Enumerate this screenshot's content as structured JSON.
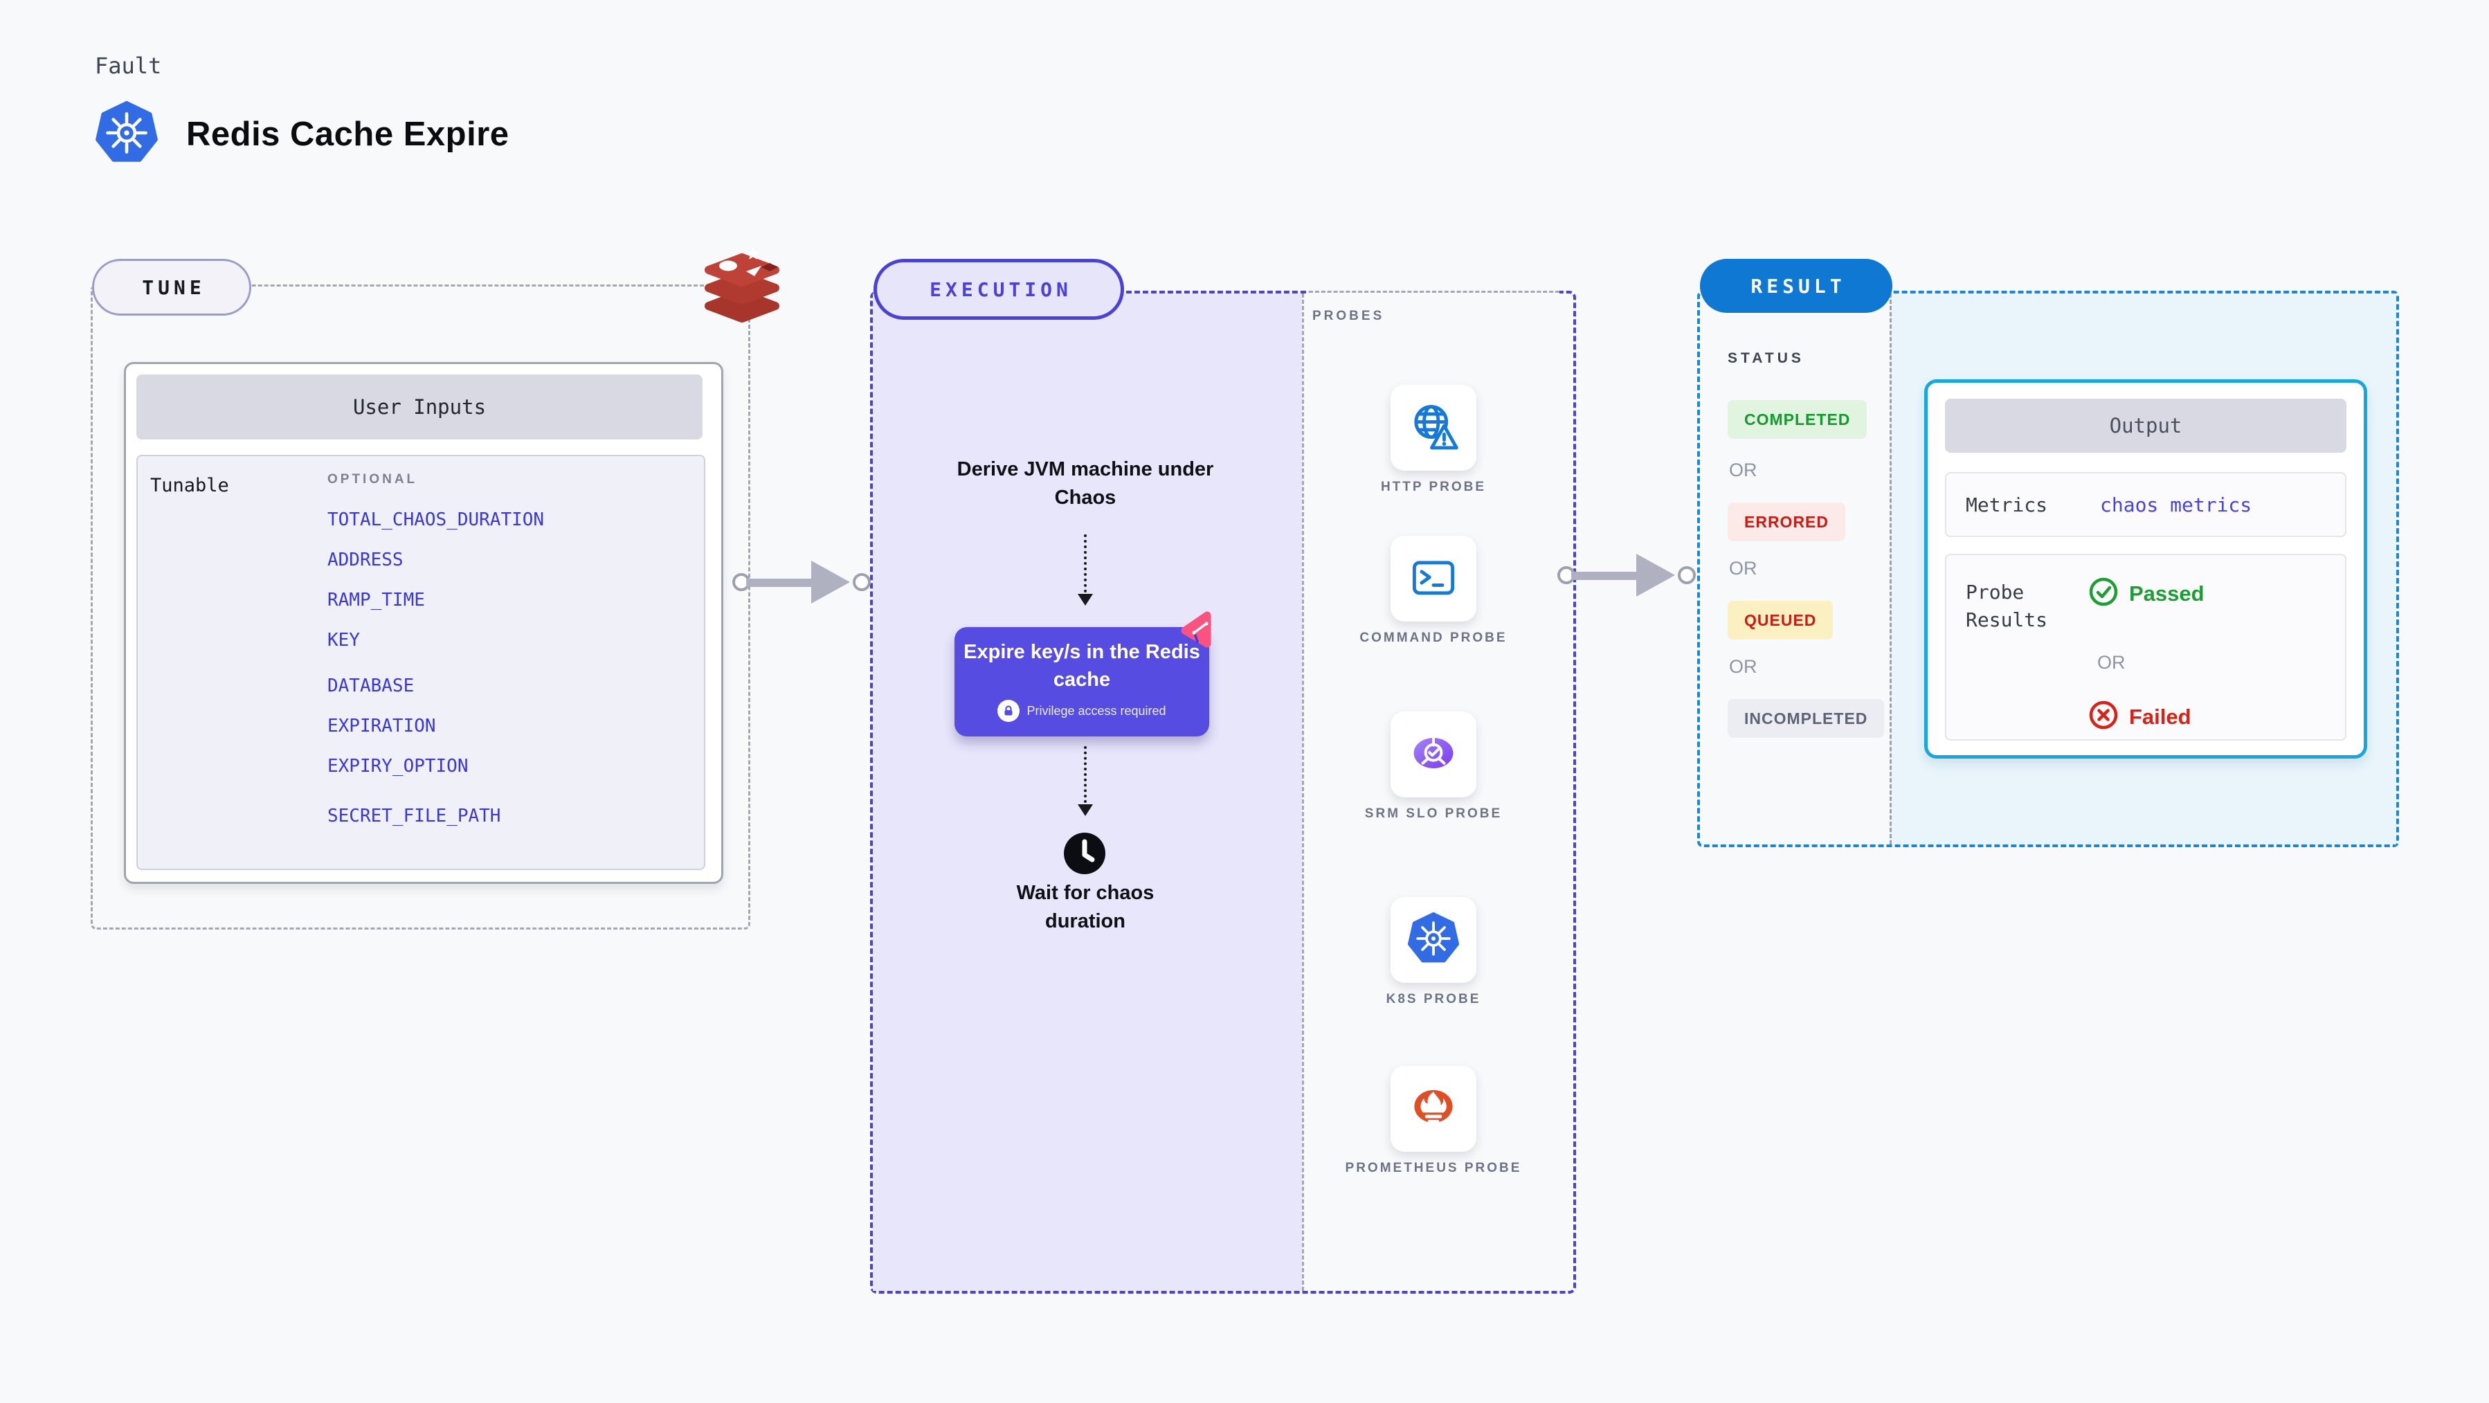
{
  "page": {
    "kicker": "Fault",
    "title": "Redis Cache Expire"
  },
  "tune": {
    "badge": "TUNE",
    "card_title": "User Inputs",
    "row_label": "Tunable",
    "column_label": "OPTIONAL",
    "tunables": [
      "TOTAL_CHAOS_DURATION",
      "ADDRESS",
      "RAMP_TIME",
      "KEY",
      "DATABASE",
      "EXPIRATION",
      "EXPIRY_OPTION",
      "SECRET_FILE_PATH"
    ]
  },
  "execution": {
    "badge": "EXECUTION",
    "step1": "Derive JVM machine under Chaos",
    "action": {
      "title": "Expire key/s in the Redis cache",
      "note": "Privilege access required"
    },
    "step3": "Wait for chaos duration"
  },
  "probes": {
    "label": "PROBES",
    "items": [
      {
        "label": "HTTP PROBE",
        "icon": "globe-alert-icon"
      },
      {
        "label": "COMMAND PROBE",
        "icon": "terminal-icon"
      },
      {
        "label": "SRM SLO PROBE",
        "icon": "slo-gauge-icon"
      },
      {
        "label": "K8S PROBE",
        "icon": "kubernetes-icon"
      },
      {
        "label": "PROMETHEUS PROBE",
        "icon": "prometheus-icon"
      }
    ]
  },
  "result": {
    "badge": "RESULT",
    "status_label": "STATUS",
    "or_label": "OR",
    "statuses": [
      {
        "label": "COMPLETED",
        "text_color": "#149A2E",
        "bg_color": "#E0F4DF"
      },
      {
        "label": "ERRORED",
        "text_color": "#CE1A12",
        "bg_color": "#FCEAE8"
      },
      {
        "label": "QUEUED",
        "text_color": "#CE1A12",
        "bg_color": "#FBF0C2"
      },
      {
        "label": "INCOMPLETED",
        "text_color": "#5D6375",
        "bg_color": "#ECEDF3"
      }
    ],
    "output": {
      "title": "Output",
      "metrics_label": "Metrics",
      "metrics_value": "chaos metrics",
      "probe_results_label": "Probe Results",
      "passed_label": "Passed",
      "or_label": "OR",
      "failed_label": "Failed"
    }
  },
  "colors": {
    "accent_purple": "#4A41D6",
    "action_purple": "#564CE2",
    "result_blue": "#0E78D2",
    "output_border_cyan": "#17A7DE",
    "tunable_blue": "#3A37D9",
    "passed_green": "#1D9E33",
    "failed_red": "#D92115",
    "pink_flag": "#FA5380",
    "redis_red": "#B03A30",
    "kubernetes_blue": "#326CE5",
    "prometheus_orange": "#DF4F26",
    "probe_icon_blue": "#1479D7"
  }
}
